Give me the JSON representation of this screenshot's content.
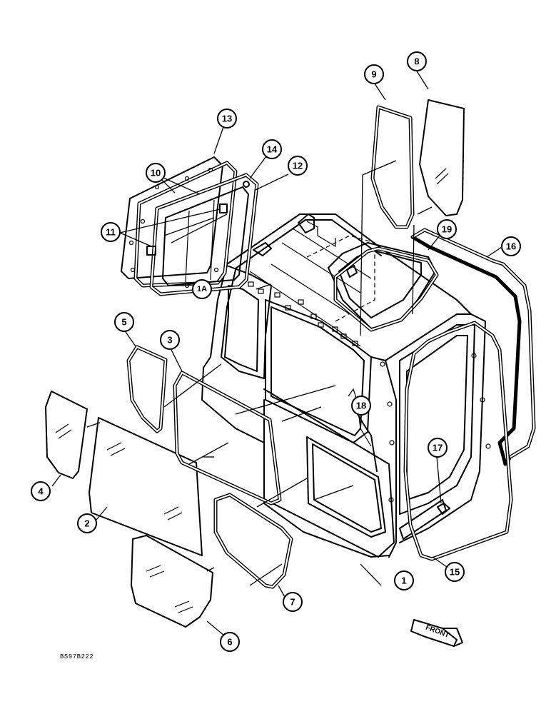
{
  "figure_code": "BS97B222",
  "front_label": "FRONT",
  "callouts": {
    "c1": "1",
    "c1a": "1A",
    "c2": "2",
    "c3": "3",
    "c4": "4",
    "c5": "5",
    "c6": "6",
    "c7": "7",
    "c8": "8",
    "c9": "9",
    "c10": "10",
    "c11": "11",
    "c12": "12",
    "c13": "13",
    "c14": "14",
    "c15": "15",
    "c16": "16",
    "c17": "17",
    "c18": "18",
    "c19": "19"
  }
}
